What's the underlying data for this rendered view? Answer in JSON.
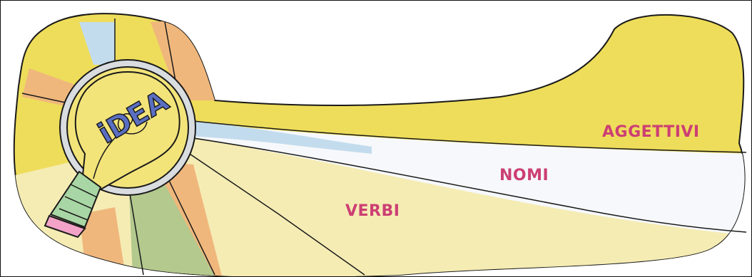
{
  "logo": {
    "text": "iDEA"
  },
  "labels": {
    "aggettivi": "AGGETTIVI",
    "nomi": "NOMI",
    "verbi": "VERBI"
  },
  "colors": {
    "label_pink": "#cc3f74",
    "yellow_band": "#eedd5a",
    "light_yellow": "#f5ecb4",
    "blue_band": "#c3dced",
    "white_band": "#f6f8fb",
    "orange_ray": "#f0b77c",
    "green_ray": "#b3c98e",
    "bulb_yellow": "#f3e47a",
    "bulb_base_green": "#a8d6a4",
    "bulb_tip_pink": "#f3a3c7",
    "logo_blue": "#5a6fc2",
    "outline": "#1a1a1a"
  }
}
